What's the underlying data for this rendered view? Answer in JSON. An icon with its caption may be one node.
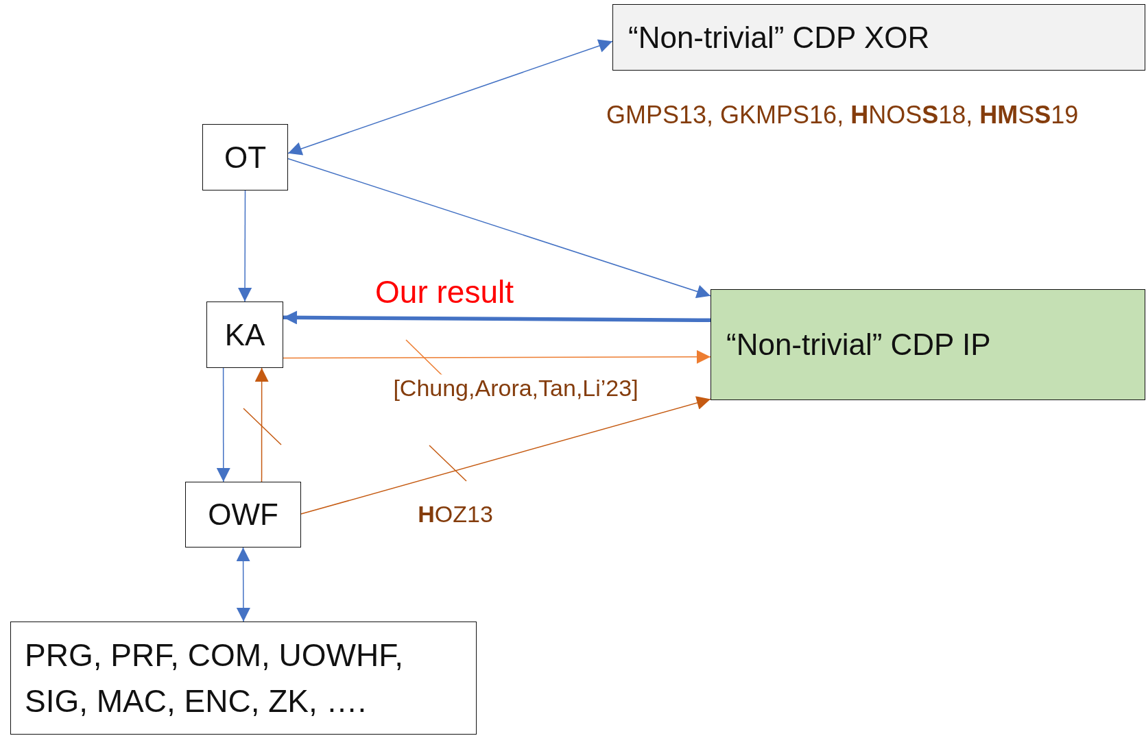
{
  "diagram": {
    "nodes": [
      {
        "text": [
          "“Non-trivial” CDP XOR"
        ]
      },
      {
        "text": [
          "OT"
        ]
      },
      {
        "text": [
          "KA"
        ]
      },
      {
        "text": [
          "OWF"
        ]
      },
      {
        "text": [
          "PRG, PRF, COM, UOWHF, SIG, MAC, ENC, ZK, …."
        ]
      },
      {
        "text": [
          "“Non-trivial” CDP IP"
        ]
      }
    ],
    "edges": [
      {
        "from": 1,
        "to": 0,
        "arrow": "both"
      },
      {
        "from": 1,
        "to": 5,
        "arrow": "to"
      },
      {
        "from": 1,
        "to": 2,
        "arrow": "to"
      },
      {
        "from": 5,
        "to": 2,
        "arrow": "to",
        "style": "thick",
        "label": "Our result"
      },
      {
        "from": 2,
        "to": 5,
        "arrow": "to",
        "color": "#ed7d31",
        "label": "[Chung,Arora,Tan,Li’23]"
      },
      {
        "from": 2,
        "to": 3,
        "arrow": "to"
      },
      {
        "from": 3,
        "to": 2,
        "arrow": "to",
        "color": "#c55a11"
      },
      {
        "from": 3,
        "to": 5,
        "arrow": "to",
        "color": "#c55a11",
        "label": "**H**OZ13"
      },
      {
        "from": 3,
        "to": 4,
        "arrow": "both"
      }
    ],
    "labels": [
      "GMPS13, GKMPS16, **H**NOS**S**18, **HM**S**S**19"
    ]
  }
}
